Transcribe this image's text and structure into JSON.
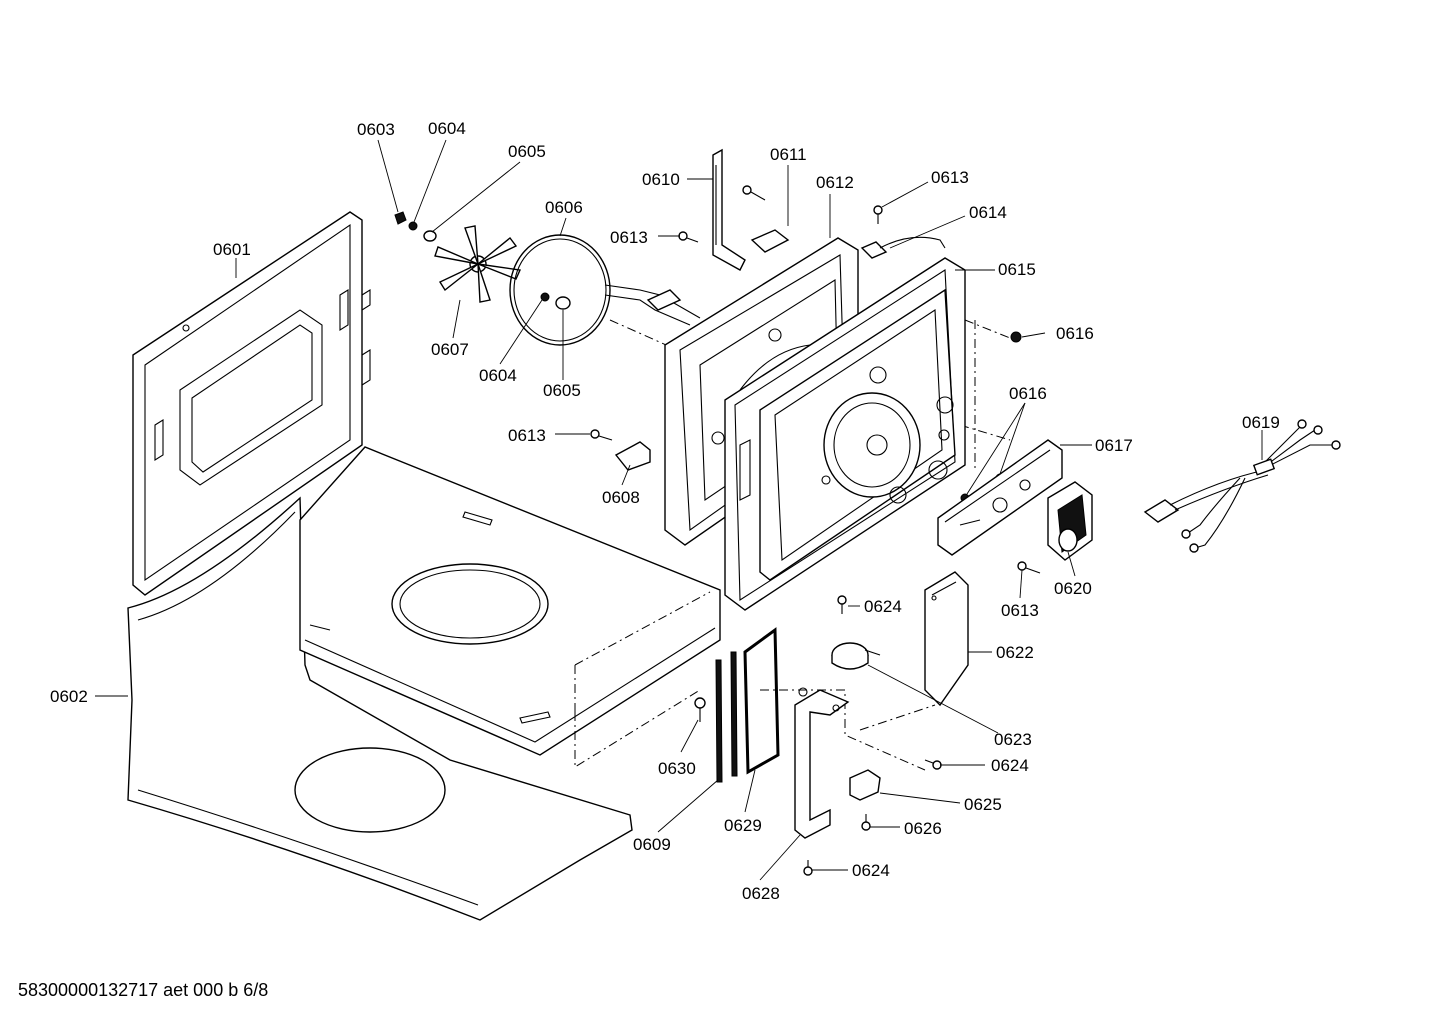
{
  "footer": {
    "doc_code": "58300000132717 aet 000 b 6/8"
  },
  "callouts": {
    "c0601": "0601",
    "c0602": "0602",
    "c0603": "0603",
    "c0604a": "0604",
    "c0604b": "0604",
    "c0605a": "0605",
    "c0605b": "0605",
    "c0606": "0606",
    "c0607": "0607",
    "c0608": "0608",
    "c0609": "0609",
    "c0610": "0610",
    "c0611": "0611",
    "c0612": "0612",
    "c0613a": "0613",
    "c0613b": "0613",
    "c0613c": "0613",
    "c0613d": "0613",
    "c0614": "0614",
    "c0615": "0615",
    "c0616a": "0616",
    "c0616b": "0616",
    "c0617": "0617",
    "c0619": "0619",
    "c0620": "0620",
    "c0622": "0622",
    "c0623": "0623",
    "c0624a": "0624",
    "c0624b": "0624",
    "c0624c": "0624",
    "c0625": "0625",
    "c0626": "0626",
    "c0628": "0628",
    "c0629": "0629",
    "c0630": "0630"
  }
}
